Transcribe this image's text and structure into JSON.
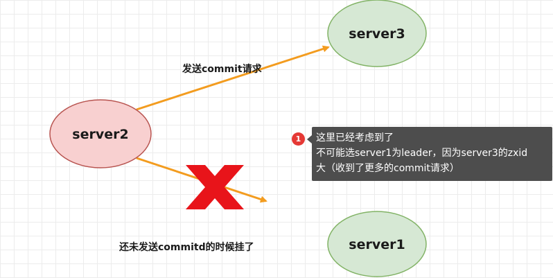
{
  "diagram": {
    "nodes": {
      "server2": {
        "label": "server2",
        "fill": "#f8d0d0",
        "stroke": "#b85450"
      },
      "server3": {
        "label": "server3",
        "fill": "#d6e8d4",
        "stroke": "#82b366"
      },
      "server1": {
        "label": "server1",
        "fill": "#d6e8d4",
        "stroke": "#82b366"
      }
    },
    "edges": {
      "commit_request_label": "发送commit请求",
      "failed_label": "还未发送commitd的时候挂了",
      "arrow_color": "#f39c1f",
      "cross_color": "#e8141a"
    }
  },
  "comment": {
    "badge": "1",
    "lines": [
      "这里已经考虑到了",
      "不可能选server1为leader，因为server3的zxid",
      "大（收到了更多的commit请求）"
    ]
  }
}
